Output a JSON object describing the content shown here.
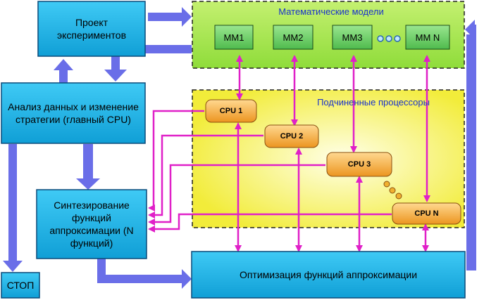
{
  "diagram": {
    "models_panel": {
      "title": "Математические модели",
      "models": [
        "MM1",
        "MM2",
        "MM3",
        "MM N"
      ]
    },
    "processors_panel": {
      "title": "Подчиненные процессоры",
      "cpus": [
        "CPU 1",
        "CPU 2",
        "CPU 3",
        "CPU N"
      ]
    },
    "boxes": {
      "plan": "Проект экспериментов",
      "analysis": "Анализ данных и изменение стратегии (главный CPU)",
      "synthesis": "Синтезирование функций аппроксимации (N функций)",
      "optimization": "Оптимизация функций аппроксимации",
      "stop": "СТОП"
    },
    "colors": {
      "box_fill": "#1ab4ea",
      "box_border": "#0a4a7a",
      "flow_arrow": "#6a6ee8",
      "data_arrow": "#e020c8",
      "models_panel": "#a8e84a",
      "processors_panel": "#f4f070",
      "cpu_fill": "#f0a030",
      "mm_fill": "#6ecc68"
    }
  }
}
